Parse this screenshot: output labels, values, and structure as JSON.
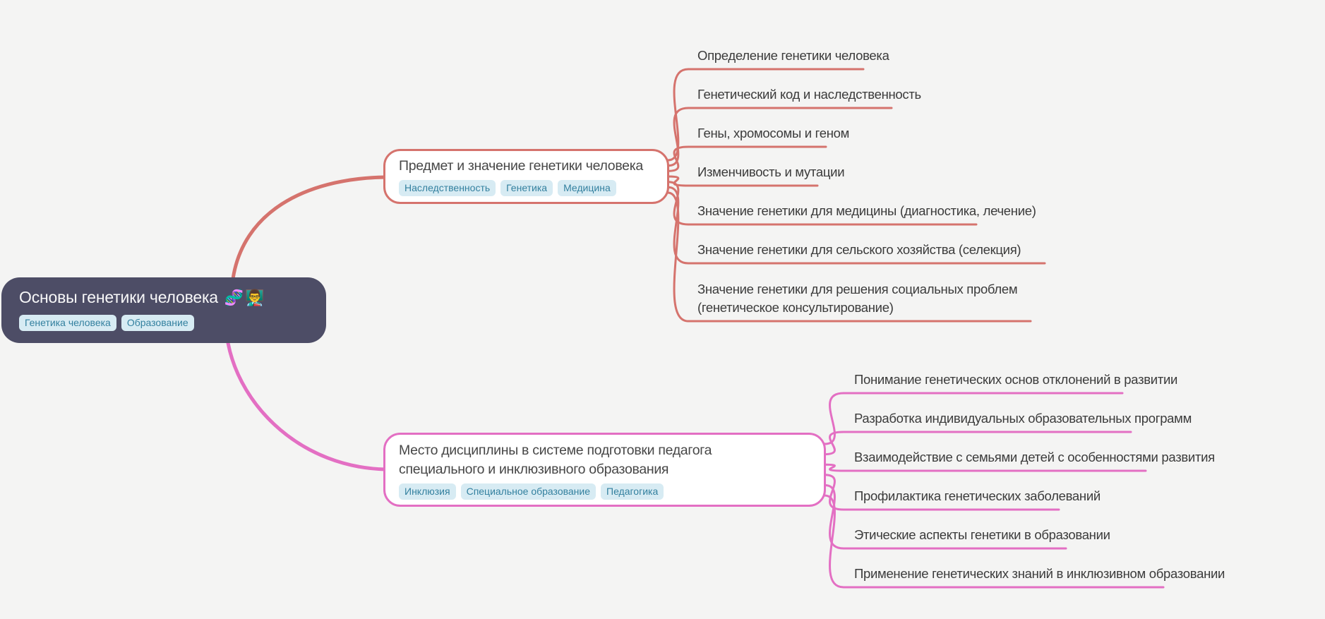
{
  "canvas": {
    "background": "#f4f4f3"
  },
  "tag_style": {
    "bg": "#d7ebf3",
    "text": "#33809f"
  },
  "root": {
    "title": "Основы генетики человека",
    "emojis": "🧬👨‍🏫",
    "bg": "#4d4d66",
    "text_color": "#f7f7f8",
    "tags": [
      "Генетика человека",
      "Образование"
    ]
  },
  "branches": [
    {
      "title": "Предмет и значение генетики человека",
      "color": "#d5736d",
      "tags": [
        "Наследственность",
        "Генетика",
        "Медицина"
      ],
      "children": [
        "Определение генетики человека",
        "Генетический код и наследственность",
        "Гены, хромосомы и геном",
        "Изменчивость и мутации",
        "Значение генетики для медицины (диагностика, лечение)",
        "Значение генетики для сельского хозяйства (селекция)",
        "Значение генетики для решения социальных проблем (генетическое консультирование)"
      ]
    },
    {
      "title": "Место дисциплины в системе подготовки педагога специального и инклюзивного образования",
      "color": "#e36fc3",
      "tags": [
        "Инклюзия",
        "Специальное образование",
        "Педагогика"
      ],
      "children": [
        "Понимание генетических основ отклонений в развитии",
        "Разработка индивидуальных образовательных программ",
        "Взаимодействие с семьями детей с особенностями развития",
        "Профилактика генетических заболеваний",
        "Этические аспекты генетики в образовании",
        "Применение генетических знаний в инклюзивном образовании"
      ]
    }
  ]
}
